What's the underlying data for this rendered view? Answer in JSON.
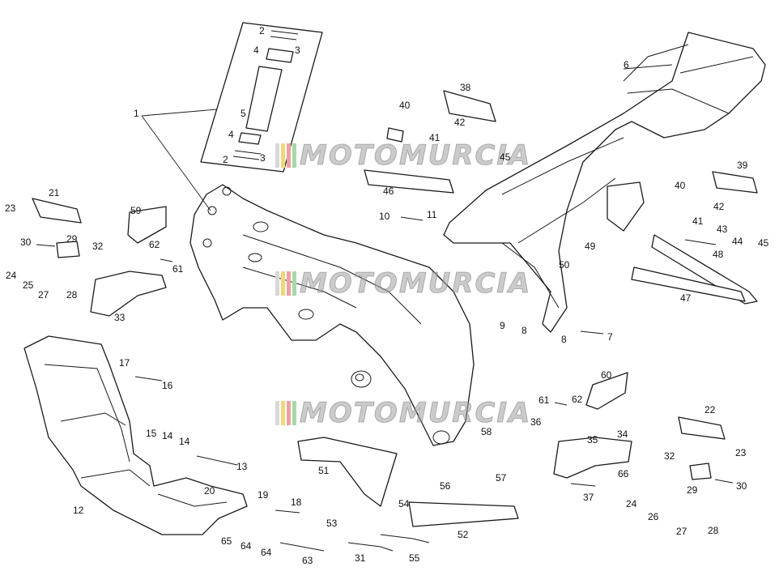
{
  "diagram": {
    "labels": [
      "1",
      "2",
      "3",
      "4",
      "5",
      "6",
      "7",
      "8",
      "9",
      "10",
      "11",
      "12",
      "13",
      "14",
      "15",
      "16",
      "17",
      "18",
      "19",
      "20",
      "21",
      "22",
      "23",
      "24",
      "25",
      "26",
      "27",
      "28",
      "29",
      "30",
      "31",
      "32",
      "33",
      "34",
      "35",
      "36",
      "37",
      "38",
      "39",
      "40",
      "41",
      "42",
      "43",
      "44",
      "45",
      "46",
      "47",
      "48",
      "49",
      "50",
      "51",
      "52",
      "53",
      "54",
      "55",
      "56",
      "57",
      "58",
      "59",
      "60",
      "61",
      "62",
      "63",
      "64",
      "65",
      "66"
    ]
  },
  "watermark": {
    "text": "MOTOMURCIA",
    "colors": [
      "#d8d8d8",
      "#f2d77a",
      "#f0a0a0",
      "#a8d8a8"
    ]
  }
}
